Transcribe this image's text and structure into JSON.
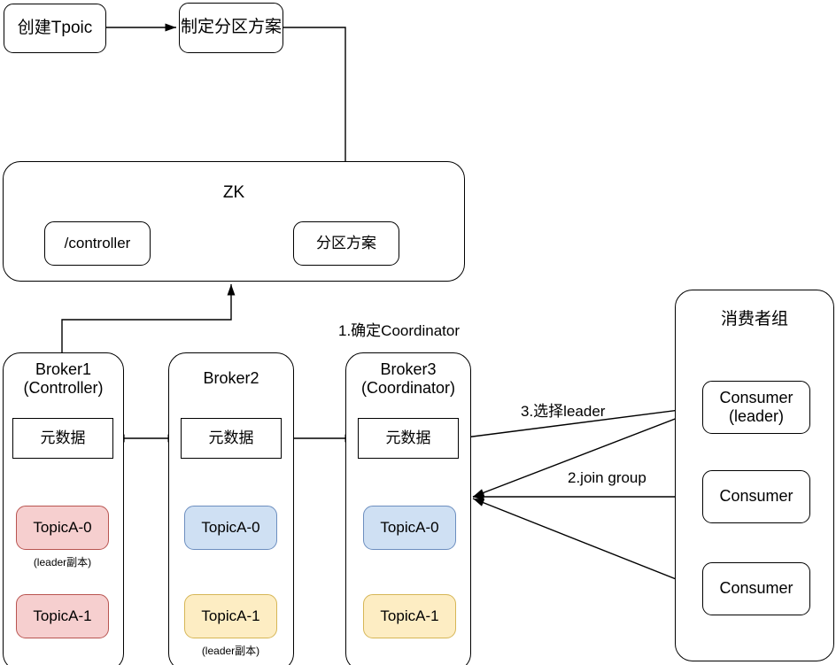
{
  "diagram": {
    "title": "Kafka topic creation and consumer group coordination flow",
    "colors": {
      "stroke": "#000000",
      "background": "#ffffff",
      "red_fill": "#f6cfcf",
      "red_stroke": "#b85450",
      "blue_fill": "#cfe0f3",
      "blue_stroke": "#6c8ebf",
      "yellow_fill": "#fdedc3",
      "yellow_stroke": "#d6b656"
    }
  },
  "flow": {
    "create_topic": "创建Tpoic",
    "make_partition_plan": "制定分区方案"
  },
  "zk": {
    "title": "ZK",
    "nodes": [
      {
        "label": "/controller"
      },
      {
        "label": "分区方案"
      }
    ]
  },
  "brokers": [
    {
      "title": "Broker1\n(Controller)",
      "metadata": "元数据",
      "partitions": [
        {
          "label": "TopicA-0",
          "color": "red",
          "caption": "(leader副本)"
        },
        {
          "label": "TopicA-1",
          "color": "red",
          "caption": ""
        }
      ]
    },
    {
      "title": "Broker2",
      "metadata": "元数据",
      "partitions": [
        {
          "label": "TopicA-0",
          "color": "blue",
          "caption": ""
        },
        {
          "label": "TopicA-1",
          "color": "yellow",
          "caption": "(leader副本)"
        }
      ]
    },
    {
      "title": "Broker3\n(Coordinator)",
      "metadata": "元数据",
      "partitions": [
        {
          "label": "TopicA-0",
          "color": "blue",
          "caption": ""
        },
        {
          "label": "TopicA-1",
          "color": "yellow",
          "caption": ""
        }
      ]
    }
  ],
  "consumer_group": {
    "title": "消费者组",
    "consumers": [
      {
        "label": "Consumer\n(leader)"
      },
      {
        "label": "Consumer"
      },
      {
        "label": "Consumer"
      }
    ]
  },
  "edge_labels": {
    "step1": "1.确定Coordinator",
    "step2": "2.join group",
    "step3": "3.选择leader"
  }
}
